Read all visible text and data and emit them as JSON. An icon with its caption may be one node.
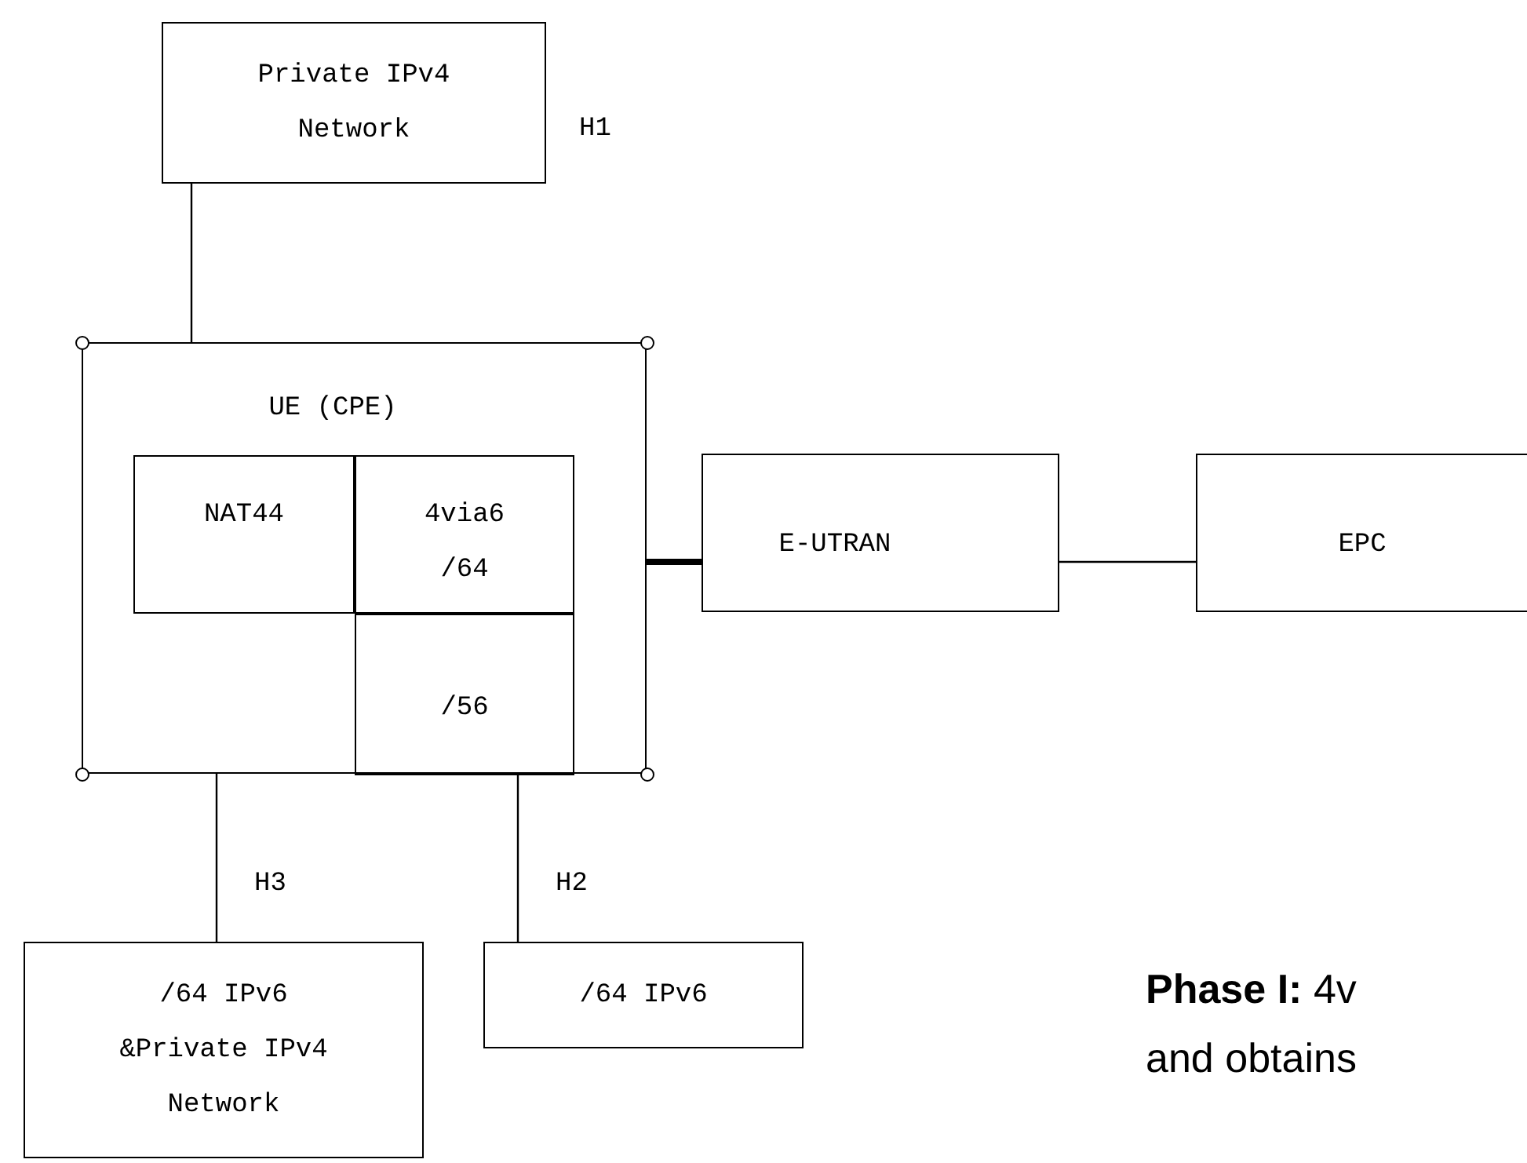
{
  "diagram": {
    "nodes": [
      {
        "text": [
          "Private IPv4 Network"
        ],
        "beside": [
          "H1"
        ]
      },
      {
        "text": [
          "UE (CPE)"
        ]
      },
      {
        "text": [
          "NAT44"
        ],
        "in": 1
      },
      {
        "text": [
          "4via6 /64"
        ],
        "in": 1
      },
      {
        "text": [
          "/56"
        ],
        "in": 1
      },
      {
        "text": [
          "E-UTRAN"
        ]
      },
      {
        "text": [
          "EPC"
        ]
      },
      {
        "text": [
          "/64 IPv6 &Private IPv4 Network"
        ]
      },
      {
        "text": [
          "/64 IPv6"
        ]
      }
    ],
    "edges": [
      {
        "from": 0,
        "to": 1,
        "arrow": "none"
      },
      {
        "from": 1,
        "to": 5,
        "arrow": "none",
        "style": "thick"
      },
      {
        "from": 5,
        "to": 6,
        "arrow": "none"
      },
      {
        "from": 1,
        "to": 7,
        "arrow": "none",
        "label": "H3"
      },
      {
        "from": 1,
        "to": 8,
        "arrow": "none",
        "label": "H2"
      }
    ],
    "labels": [
      "**Phase I:** 4v and obtains"
    ]
  }
}
